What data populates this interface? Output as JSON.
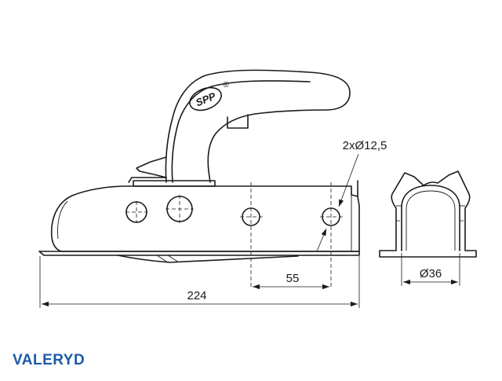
{
  "drawing": {
    "logo_text": "SPP",
    "registered_mark": "®",
    "hole_label": "2xØ12,5",
    "dim_spacing": "55",
    "dim_length": "224",
    "dim_diameter": "Ø36"
  },
  "brand": {
    "name": "VALERYD",
    "color": "#1d5aa8"
  }
}
